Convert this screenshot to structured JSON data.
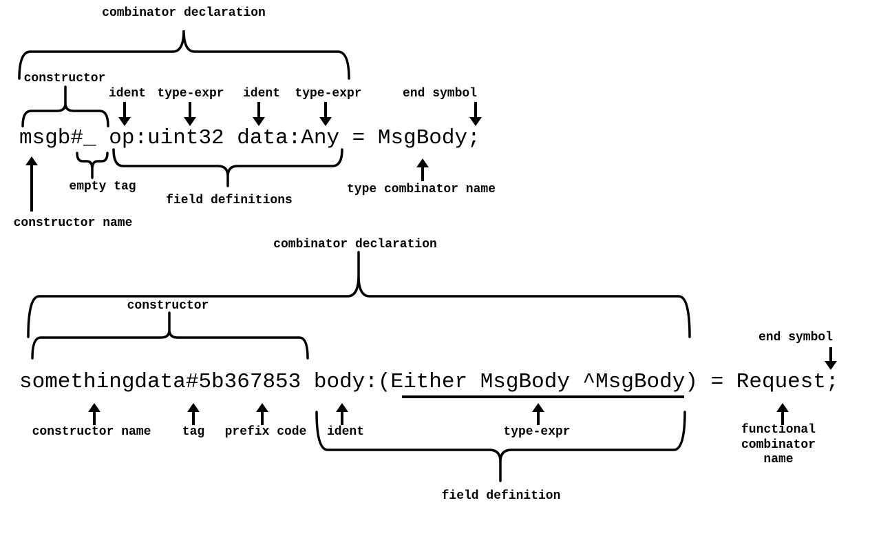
{
  "colors": {
    "ink": "#000000",
    "background": "#ffffff"
  },
  "top_diagram": {
    "code": "msgb#_ op:uint32 data:Any = MsgBody;",
    "labels": {
      "combinator_declaration": "combinator declaration",
      "constructor": "constructor",
      "ident_1": "ident",
      "type_expr_1": "type-expr",
      "ident_2": "ident",
      "type_expr_2": "type-expr",
      "end_symbol": "end symbol",
      "empty_tag": "empty tag",
      "field_definitions": "field definitions",
      "constructor_name": "constructor name",
      "type_combinator_name": "type combinator name"
    }
  },
  "bottom_diagram": {
    "code": "somethingdata#5b367853 body:(Either MsgBody ^MsgBody) = Request;",
    "labels": {
      "combinator_declaration": "combinator declaration",
      "constructor": "constructor",
      "end_symbol": "end symbol",
      "constructor_name": "constructor name",
      "tag": "tag",
      "prefix_code": "prefix code",
      "ident": "ident",
      "type_expr": "type-expr",
      "field_definition": "field definition",
      "functional_combinator_name": "functional\ncombinator\nname"
    }
  }
}
